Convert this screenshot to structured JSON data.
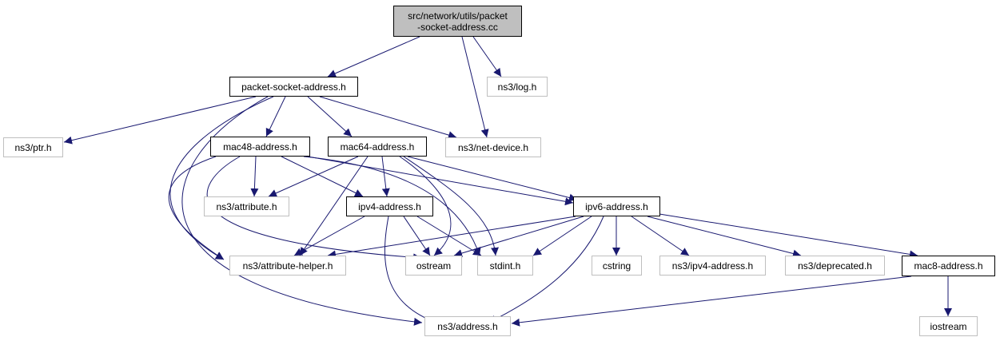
{
  "colors": {
    "edge": "#191970",
    "root_fill": "#bfbfbf",
    "external_border": "#bfbfbf",
    "local_border": "#000000"
  },
  "nodes": {
    "root": "src/network/utils/packet\n-socket-address.cc",
    "packet_socket_address_h": "packet-socket-address.h",
    "log_h": "ns3/log.h",
    "ptr_h": "ns3/ptr.h",
    "mac48_address_h": "mac48-address.h",
    "mac64_address_h": "mac64-address.h",
    "net_device_h": "ns3/net-device.h",
    "attribute_h": "ns3/attribute.h",
    "ipv4_address_h": "ipv4-address.h",
    "ipv6_address_h": "ipv6-address.h",
    "attribute_helper_h": "ns3/attribute-helper.h",
    "ostream": "ostream",
    "stdint_h": "stdint.h",
    "cstring": "cstring",
    "ns3_ipv4_address_h": "ns3/ipv4-address.h",
    "deprecated_h": "ns3/deprecated.h",
    "mac8_address_h": "mac8-address.h",
    "address_h": "ns3/address.h",
    "iostream": "iostream"
  }
}
